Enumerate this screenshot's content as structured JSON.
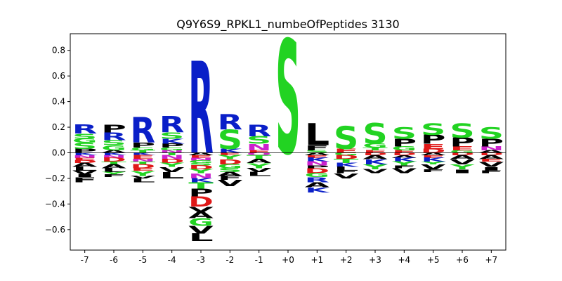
{
  "chart_data": {
    "type": "sequence-logo",
    "title": "Q9Y6S9_RPKL1_numbeOfPeptides 3130",
    "xlabel": "",
    "ylabel": "",
    "ylim": [
      -0.76,
      0.93
    ],
    "yticks": [
      -0.6,
      -0.4,
      -0.2,
      0.0,
      0.2,
      0.4,
      0.6,
      0.8
    ],
    "ytick_labels": [
      "−0.6",
      "−0.4",
      "−0.2",
      "0.0",
      "0.2",
      "0.4",
      "0.6",
      "0.8"
    ],
    "positions": [
      "-7",
      "-6",
      "-5",
      "-4",
      "-3",
      "-2",
      "-1",
      "+0",
      "+1",
      "+2",
      "+3",
      "+4",
      "+5",
      "+6",
      "+7"
    ],
    "zero_line": true,
    "grid": false,
    "colors": {
      "R": "#0A1FC8",
      "K": "#0A1FC8",
      "H": "#0A1FC8",
      "S": "#22D322",
      "G": "#22D322",
      "T": "#22D322",
      "Y": "#22D322",
      "C": "#22D322",
      "D": "#E01818",
      "E": "#E01818",
      "N": "#CC22CC",
      "Q": "#CC22CC",
      "P": "#000000",
      "A": "#000000",
      "V": "#000000",
      "L": "#000000",
      "I": "#000000",
      "M": "#000000",
      "F": "#000000",
      "W": "#000000"
    },
    "stacks": [
      {
        "pos": "-7",
        "positive": [
          [
            "P",
            0.03
          ],
          [
            "S",
            0.05
          ],
          [
            "G",
            0.03
          ],
          [
            "S",
            0.04
          ],
          [
            "R",
            0.07
          ]
        ],
        "negative": [
          [
            "K",
            0.02
          ],
          [
            "N",
            0.02
          ],
          [
            "E",
            0.02
          ],
          [
            "D",
            0.02
          ],
          [
            "A",
            0.03
          ],
          [
            "L",
            0.03
          ],
          [
            "V",
            0.03
          ],
          [
            "I",
            0.02
          ],
          [
            "F",
            0.04
          ]
        ]
      },
      {
        "pos": "-6",
        "positive": [
          [
            "A",
            0.02
          ],
          [
            "G",
            0.04
          ],
          [
            "S",
            0.04
          ],
          [
            "R",
            0.06
          ],
          [
            "P",
            0.06
          ]
        ],
        "negative": [
          [
            "K",
            0.02
          ],
          [
            "N",
            0.02
          ],
          [
            "D",
            0.03
          ],
          [
            "T",
            0.02
          ],
          [
            "A",
            0.03
          ],
          [
            "L",
            0.03
          ],
          [
            "Y",
            0.02
          ],
          [
            "F",
            0.02
          ]
        ]
      },
      {
        "pos": "-5",
        "positive": [
          [
            "T",
            0.02
          ],
          [
            "G",
            0.02
          ],
          [
            "P",
            0.04
          ],
          [
            "R",
            0.2
          ]
        ],
        "negative": [
          [
            "K",
            0.02
          ],
          [
            "E",
            0.03
          ],
          [
            "N",
            0.02
          ],
          [
            "T",
            0.02
          ],
          [
            "D",
            0.03
          ],
          [
            "E",
            0.02
          ],
          [
            "Y",
            0.04
          ],
          [
            "V",
            0.02
          ],
          [
            "L",
            0.03
          ]
        ]
      },
      {
        "pos": "-4",
        "positive": [
          [
            "N",
            0.02
          ],
          [
            "G",
            0.02
          ],
          [
            "P",
            0.03
          ],
          [
            "K",
            0.04
          ],
          [
            "S",
            0.05
          ],
          [
            "R",
            0.13
          ]
        ],
        "negative": [
          [
            "T",
            0.02
          ],
          [
            "N",
            0.03
          ],
          [
            "D",
            0.03
          ],
          [
            "Y",
            0.03
          ],
          [
            "V",
            0.04
          ],
          [
            "L",
            0.05
          ]
        ]
      },
      {
        "pos": "-3",
        "positive": [
          [
            "R",
            0.72
          ]
        ],
        "negative": [
          [
            "A",
            0.02
          ],
          [
            "E",
            0.02
          ],
          [
            "N",
            0.02
          ],
          [
            "G",
            0.02
          ],
          [
            "S",
            0.02
          ],
          [
            "D",
            0.03
          ],
          [
            "Y",
            0.03
          ],
          [
            "N",
            0.04
          ],
          [
            "K",
            0.03
          ],
          [
            "T",
            0.05
          ],
          [
            "P",
            0.06
          ],
          [
            "D",
            0.08
          ],
          [
            "V",
            0.04
          ],
          [
            "A",
            0.05
          ],
          [
            "G",
            0.06
          ],
          [
            "V",
            0.06
          ],
          [
            "L",
            0.06
          ]
        ]
      },
      {
        "pos": "-2",
        "positive": [
          [
            "K",
            0.03
          ],
          [
            "S",
            0.15
          ],
          [
            "R",
            0.12
          ]
        ],
        "negative": [
          [
            "E",
            0.02
          ],
          [
            "Y",
            0.03
          ],
          [
            "D",
            0.04
          ],
          [
            "G",
            0.03
          ],
          [
            "S",
            0.03
          ],
          [
            "A",
            0.03
          ],
          [
            "F",
            0.03
          ],
          [
            "V",
            0.05
          ]
        ]
      },
      {
        "pos": "-1",
        "positive": [
          [
            "E",
            0.02
          ],
          [
            "N",
            0.05
          ],
          [
            "S",
            0.06
          ],
          [
            "R",
            0.09
          ]
        ],
        "negative": [
          [
            "Q",
            0.02
          ],
          [
            "T",
            0.03
          ],
          [
            "A",
            0.03
          ],
          [
            "Y",
            0.04
          ],
          [
            "V",
            0.03
          ],
          [
            "L",
            0.03
          ]
        ]
      },
      {
        "pos": "+0",
        "positive": [
          [
            "S",
            0.89
          ]
        ],
        "negative": []
      },
      {
        "pos": "+1",
        "positive": [
          [
            "S",
            0.02
          ],
          [
            "F",
            0.04
          ],
          [
            "L",
            0.17
          ]
        ],
        "negative": [
          [
            "A",
            0.02
          ],
          [
            "E",
            0.02
          ],
          [
            "K",
            0.03
          ],
          [
            "N",
            0.03
          ],
          [
            "P",
            0.02
          ],
          [
            "D",
            0.04
          ],
          [
            "G",
            0.03
          ],
          [
            "R",
            0.04
          ],
          [
            "A",
            0.04
          ],
          [
            "K",
            0.04
          ]
        ]
      },
      {
        "pos": "+2",
        "positive": [
          [
            "E",
            0.03
          ],
          [
            "S",
            0.18
          ]
        ],
        "negative": [
          [
            "G",
            0.02
          ],
          [
            "D",
            0.03
          ],
          [
            "T",
            0.03
          ],
          [
            "K",
            0.03
          ],
          [
            "L",
            0.03
          ],
          [
            "F",
            0.02
          ],
          [
            "V",
            0.04
          ]
        ]
      },
      {
        "pos": "+3",
        "positive": [
          [
            "E",
            0.02
          ],
          [
            "T",
            0.02
          ],
          [
            "G",
            0.03
          ],
          [
            "S",
            0.16
          ]
        ],
        "negative": [
          [
            "D",
            0.02
          ],
          [
            "A",
            0.03
          ],
          [
            "K",
            0.04
          ],
          [
            "Y",
            0.04
          ],
          [
            "V",
            0.03
          ]
        ]
      },
      {
        "pos": "+4",
        "positive": [
          [
            "E",
            0.02
          ],
          [
            "G",
            0.03
          ],
          [
            "P",
            0.06
          ],
          [
            "S",
            0.09
          ]
        ],
        "negative": [
          [
            "D",
            0.02
          ],
          [
            "A",
            0.02
          ],
          [
            "K",
            0.03
          ],
          [
            "Y",
            0.03
          ],
          [
            "F",
            0.02
          ],
          [
            "V",
            0.04
          ]
        ]
      },
      {
        "pos": "+5",
        "positive": [
          [
            "D",
            0.03
          ],
          [
            "E",
            0.04
          ],
          [
            "P",
            0.07
          ],
          [
            "S",
            0.09
          ]
        ],
        "negative": [
          [
            "A",
            0.02
          ],
          [
            "E",
            0.02
          ],
          [
            "K",
            0.03
          ],
          [
            "Y",
            0.02
          ],
          [
            "V",
            0.04
          ],
          [
            "F",
            0.02
          ]
        ]
      },
      {
        "pos": "+6",
        "positive": [
          [
            "G",
            0.02
          ],
          [
            "E",
            0.03
          ],
          [
            "P",
            0.07
          ],
          [
            "S",
            0.11
          ]
        ],
        "negative": [
          [
            "D",
            0.02
          ],
          [
            "A",
            0.03
          ],
          [
            "V",
            0.04
          ],
          [
            "Y",
            0.04
          ],
          [
            "I",
            0.03
          ]
        ]
      },
      {
        "pos": "+7",
        "positive": [
          [
            "A",
            0.02
          ],
          [
            "N",
            0.03
          ],
          [
            "P",
            0.06
          ],
          [
            "S",
            0.09
          ]
        ],
        "negative": [
          [
            "D",
            0.02
          ],
          [
            "A",
            0.03
          ],
          [
            "E",
            0.02
          ],
          [
            "V",
            0.04
          ],
          [
            "I",
            0.03
          ],
          [
            "F",
            0.02
          ]
        ]
      }
    ]
  }
}
